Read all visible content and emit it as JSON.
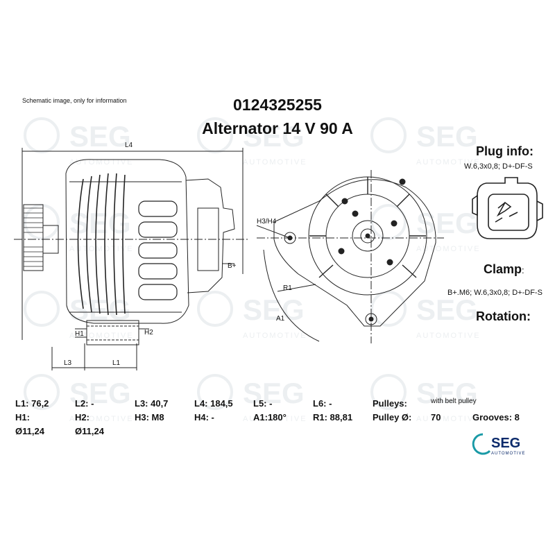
{
  "disclaimer": "Schematic image, only for information",
  "part_number": "0124325255",
  "product_title": "Alternator 14 V 90 A",
  "plug_info": {
    "heading": "Plug info:",
    "value": "W.6,3x0,8; D+-DF-S"
  },
  "clamp": {
    "heading": "Clamp",
    "colon": ":",
    "value": "B+.M6; W.6,3x0,8; D+-DF-S"
  },
  "rotation": {
    "heading": "Rotation:"
  },
  "drawing_labels": {
    "L4": "L4",
    "L3": "L3",
    "L1": "L1",
    "H1": "H1",
    "H2": "H2",
    "B_plus": "B+",
    "H3H4": "H3/H4",
    "R1": "R1",
    "A1": "A1"
  },
  "specs": {
    "L1": "L1: 76,2",
    "L2": "L2: -",
    "L3": "L3: 40,7",
    "L4": "L4: 184,5",
    "L5": "L5: -",
    "L6": "L6: -",
    "pulleys_label": "Pulleys:",
    "pulleys_value": "with belt pulley",
    "H1_label": "H1:",
    "H1_value": "Ø11,24",
    "H2_label": "H2:",
    "H2_value": "Ø11,24",
    "H3": "H3: M8",
    "H4": "H4: -",
    "A1": "A1:180°",
    "R1": "R1: 88,81",
    "pulley_dia_label": "Pulley Ø:",
    "pulley_dia_value": "70",
    "grooves": "Grooves: 8"
  },
  "brand": {
    "name": "SEG",
    "sub": "AUTOMOTIVE",
    "color": "#1a9aa6",
    "text_color": "#0b2a6b"
  },
  "watermark": {
    "name": "SEG",
    "sub": "AUTOMOTIVE"
  }
}
